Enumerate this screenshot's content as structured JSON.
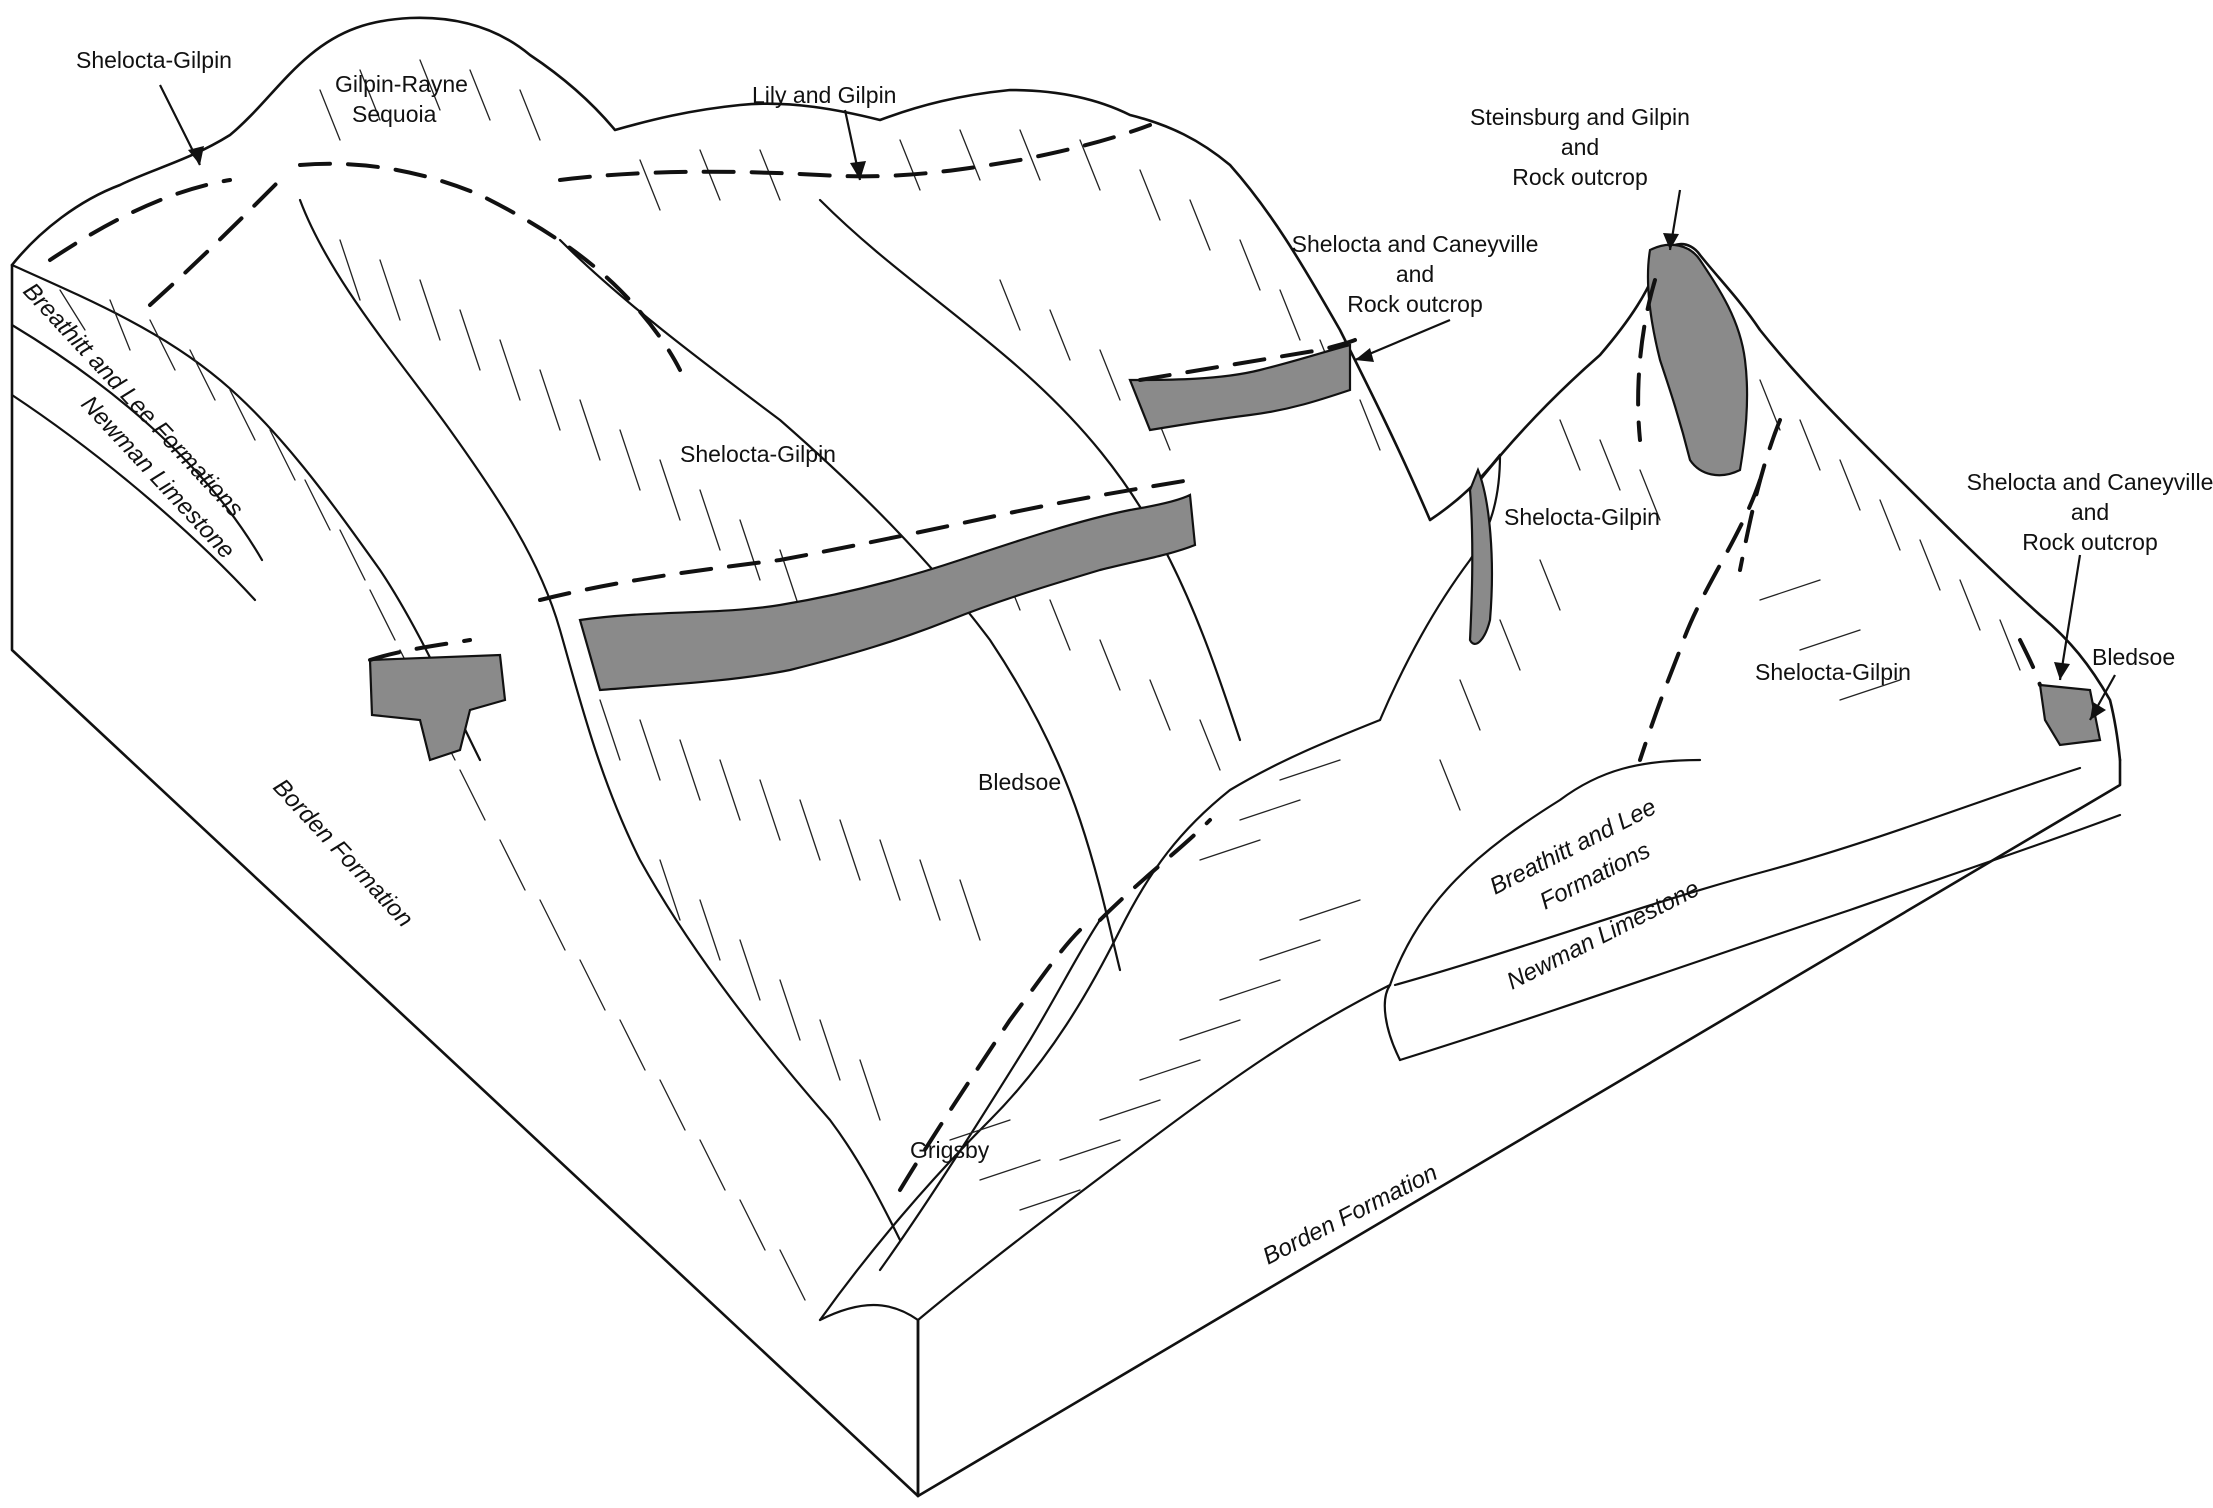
{
  "figure": {
    "labels": {
      "shelocta_gilpin_top_left": "Shelocta-Gilpin",
      "gilpin_rayne_sequoia_line1": "Gilpin-Rayne",
      "gilpin_rayne_sequoia_line2": "Sequoia",
      "lily_and_gilpin": "Lily and Gilpin",
      "steinsburg_line1": "Steinsburg and Gilpin",
      "steinsburg_line2": "and",
      "steinsburg_line3": "Rock outcrop",
      "shelocta_caneyville_center_line1": "Shelocta and Caneyville",
      "shelocta_caneyville_center_line2": "and",
      "shelocta_caneyville_center_line3": "Rock outcrop",
      "shelocta_gilpin_center": "Shelocta-Gilpin",
      "shelocta_gilpin_right_upper": "Shelocta-Gilpin",
      "shelocta_caneyville_right_line1": "Shelocta and Caneyville",
      "shelocta_caneyville_right_line2": "and",
      "shelocta_caneyville_right_line3": "Rock outcrop",
      "shelocta_gilpin_right_lower": "Shelocta-Gilpin",
      "bledsoe_right": "Bledsoe",
      "bledsoe_center": "Bledsoe",
      "grigsby": "Grigsby"
    },
    "strata": {
      "left_breathitt_lee": "Breathitt and Lee Formations",
      "left_newman": "Newman Limestone",
      "left_borden": "Borden Formation",
      "right_breathitt_lee_line1": "Breathitt and Lee",
      "right_breathitt_lee_line2": "Formations",
      "right_newman": "Newman Limestone",
      "front_borden": "Borden Formation"
    },
    "colors": {
      "ink": "#111111",
      "paper": "#ffffff",
      "outcrop_fill": "#8a8a8a"
    }
  }
}
